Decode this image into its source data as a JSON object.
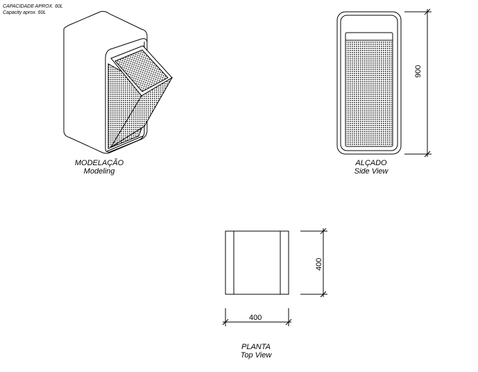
{
  "notes": {
    "capacity_pt": "CAPACIDADE APROX. 60L",
    "capacity_en": "Capacity aprox. 60L"
  },
  "views": {
    "modeling": {
      "title_pt": "MODELAÇÃO",
      "title_en": "Modeling"
    },
    "side": {
      "title_pt": "ALÇADO",
      "title_en": "Side View",
      "height_dim": "900"
    },
    "top": {
      "title_pt": "PLANTA",
      "title_en": "Top View",
      "width_dim": "400",
      "depth_dim": "400"
    }
  },
  "colors": {
    "line": "#000000",
    "background": "#ffffff",
    "mesh": "#3a3a3a"
  }
}
